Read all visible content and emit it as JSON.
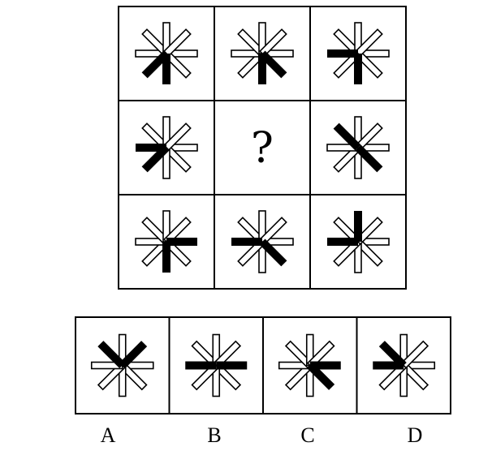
{
  "puzzle": {
    "question_mark": "?",
    "colors": {
      "solid": "#000000",
      "hollow_fill": "#ffffff",
      "stroke": "#000000"
    },
    "grid_rows": [
      [
        {
          "name": "grid-cell-r1c1",
          "solid": [
            2,
            3
          ]
        },
        {
          "name": "grid-cell-r1c2",
          "solid": [
            1,
            2
          ]
        },
        {
          "name": "grid-cell-r1c3",
          "solid": [
            2,
            4
          ]
        }
      ],
      [
        {
          "name": "grid-cell-r2c1",
          "solid": [
            3,
            4
          ]
        },
        {
          "name": "grid-cell-r2c2",
          "question": true
        },
        {
          "name": "grid-cell-r2c3",
          "solid": [
            1,
            5
          ]
        }
      ],
      [
        {
          "name": "grid-cell-r3c1",
          "solid": [
            0,
            2
          ]
        },
        {
          "name": "grid-cell-r3c2",
          "solid": [
            1,
            4
          ]
        },
        {
          "name": "grid-cell-r3c3",
          "solid": [
            4,
            6
          ]
        }
      ]
    ],
    "options": [
      {
        "name": "option-a",
        "label": "A",
        "solid": [
          5,
          7
        ]
      },
      {
        "name": "option-b",
        "label": "B",
        "solid": [
          0,
          4
        ]
      },
      {
        "name": "option-c",
        "label": "C",
        "solid": [
          0,
          1
        ]
      },
      {
        "name": "option-d",
        "label": "D",
        "solid": [
          5,
          4
        ]
      }
    ]
  }
}
